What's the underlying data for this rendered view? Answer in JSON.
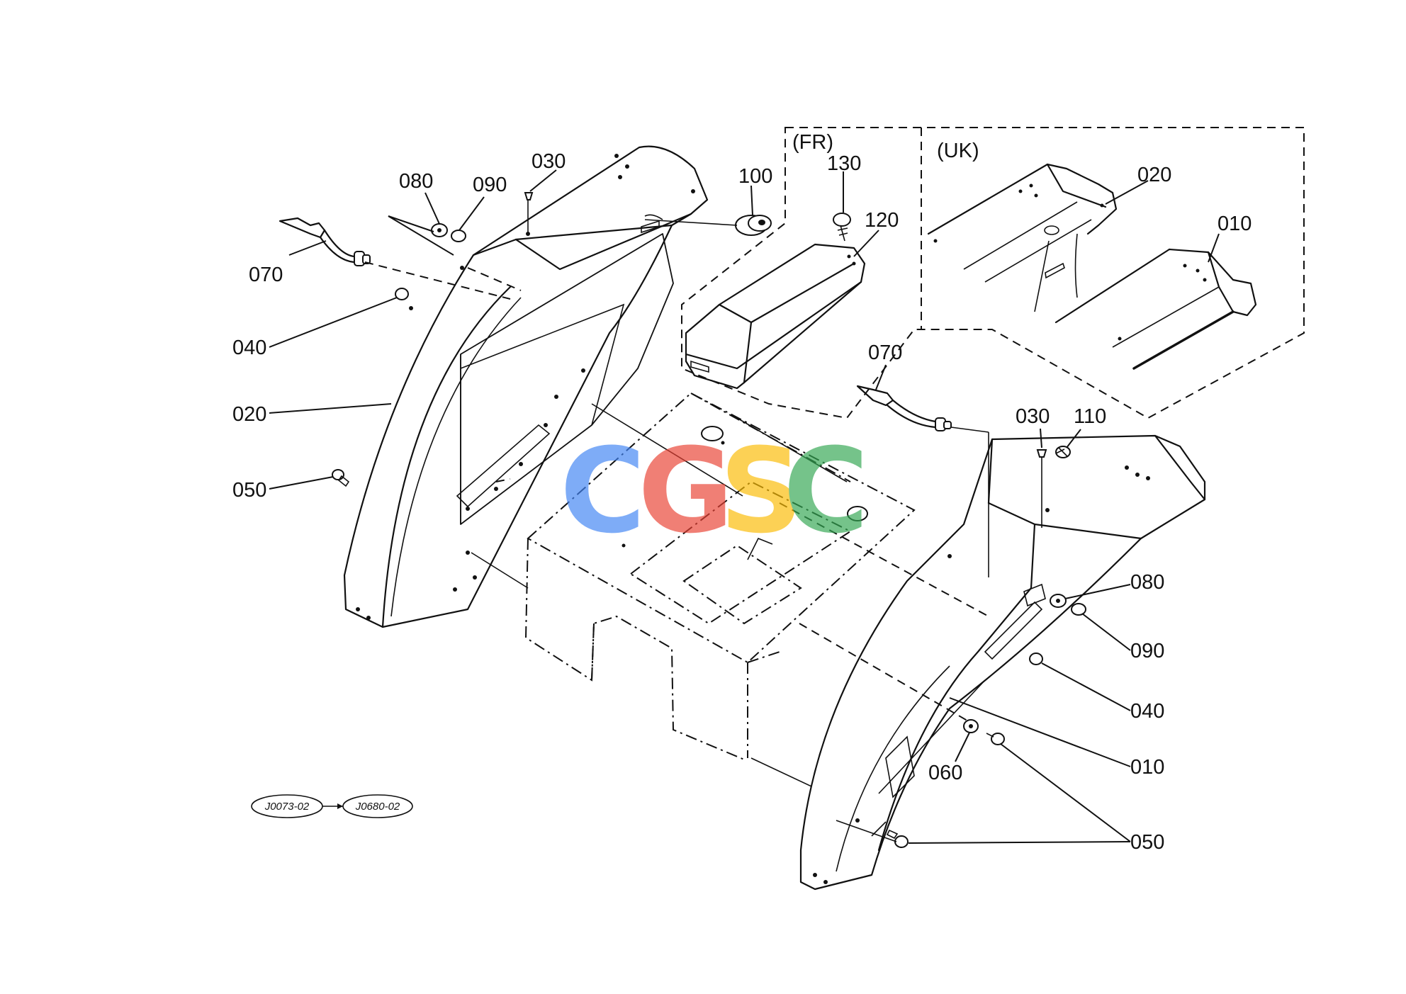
{
  "region_labels": {
    "fr": "(FR)",
    "uk": "(UK)"
  },
  "callouts": {
    "c030_left": "030",
    "c080_left": "080",
    "c090_left": "090",
    "c100": "100",
    "c130": "130",
    "c120": "120",
    "c070_left": "070",
    "c040_left": "040",
    "c020_left": "020",
    "c050_left": "050",
    "c020_uk": "020",
    "c010_uk": "010",
    "c070_right": "070",
    "c030_right": "030",
    "c110": "110",
    "c080_right": "080",
    "c090_right": "090",
    "c040_right": "040",
    "c010_right": "010",
    "c060": "060",
    "c050_right": "050"
  },
  "reference_tags": {
    "from": "J0073-02",
    "to": "J0680-02"
  },
  "watermark": {
    "letters": [
      "C",
      "G",
      "S",
      "C"
    ],
    "colors": [
      "#4285F4",
      "#EA4335",
      "#FBBC05",
      "#34A853"
    ]
  }
}
